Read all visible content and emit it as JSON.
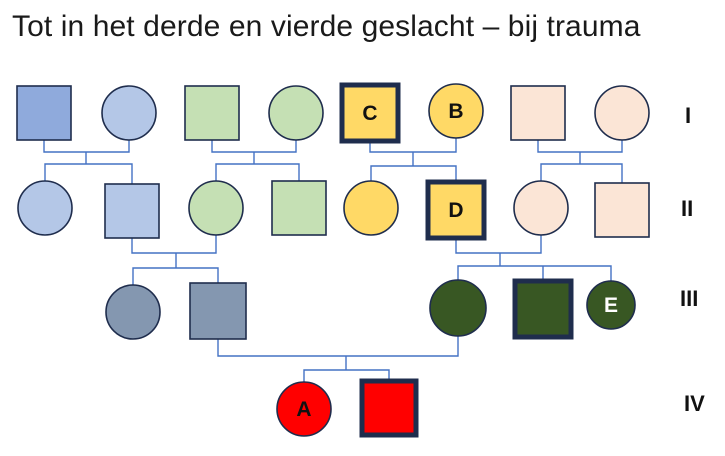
{
  "title": "Tot in het derde en vierde geslacht – bij trauma",
  "generations": [
    "I",
    "II",
    "III",
    "IV"
  ],
  "colors": {
    "line": "#4472c4",
    "stroke": "#1f2d4d",
    "blue_dark": "#8faadc",
    "blue_light": "#b4c7e7",
    "green_light": "#c5e0b4",
    "yellow": "#ffd966",
    "peach": "#fbe5d6",
    "slate": "#8497b0",
    "dark_green": "#385723",
    "red": "#ff0000"
  },
  "people": [
    {
      "id": "g1a",
      "shape": "square",
      "fill": "blue_dark",
      "label": ""
    },
    {
      "id": "g1b",
      "shape": "circle",
      "fill": "blue_light",
      "label": ""
    },
    {
      "id": "g1c",
      "shape": "square",
      "fill": "green_light",
      "label": ""
    },
    {
      "id": "g1d",
      "shape": "circle",
      "fill": "green_light",
      "label": ""
    },
    {
      "id": "g1e",
      "shape": "square",
      "fill": "yellow",
      "label": "C",
      "thick": true
    },
    {
      "id": "g1f",
      "shape": "circle",
      "fill": "yellow",
      "label": "B"
    },
    {
      "id": "g1g",
      "shape": "square",
      "fill": "peach",
      "label": ""
    },
    {
      "id": "g1h",
      "shape": "circle",
      "fill": "peach",
      "label": ""
    },
    {
      "id": "g2a",
      "shape": "circle",
      "fill": "blue_light",
      "label": ""
    },
    {
      "id": "g2b",
      "shape": "square",
      "fill": "blue_light",
      "label": ""
    },
    {
      "id": "g2c",
      "shape": "circle",
      "fill": "green_light",
      "label": ""
    },
    {
      "id": "g2d",
      "shape": "square",
      "fill": "green_light",
      "label": ""
    },
    {
      "id": "g2e",
      "shape": "circle",
      "fill": "yellow",
      "label": ""
    },
    {
      "id": "g2f",
      "shape": "square",
      "fill": "yellow",
      "label": "D",
      "thick": true
    },
    {
      "id": "g2g",
      "shape": "circle",
      "fill": "peach",
      "label": ""
    },
    {
      "id": "g2h",
      "shape": "square",
      "fill": "peach",
      "label": ""
    },
    {
      "id": "g3a",
      "shape": "circle",
      "fill": "slate",
      "label": ""
    },
    {
      "id": "g3b",
      "shape": "square",
      "fill": "slate",
      "label": ""
    },
    {
      "id": "g3c",
      "shape": "circle",
      "fill": "dark_green",
      "label": ""
    },
    {
      "id": "g3d",
      "shape": "square",
      "fill": "dark_green",
      "label": "",
      "thick": true
    },
    {
      "id": "g3e",
      "shape": "circle",
      "fill": "dark_green",
      "label": "E"
    },
    {
      "id": "g4a",
      "shape": "circle",
      "fill": "red",
      "label": "A"
    },
    {
      "id": "g4b",
      "shape": "square",
      "fill": "red",
      "label": "",
      "thick": true
    }
  ]
}
